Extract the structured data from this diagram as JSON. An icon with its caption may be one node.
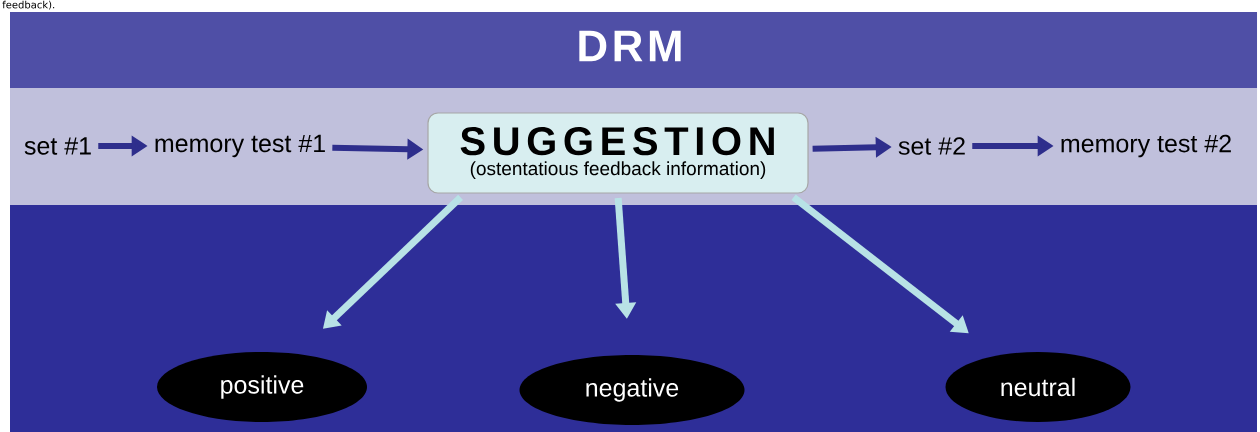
{
  "diagram": {
    "title": "DRM",
    "nodes": [
      {
        "text": [
          "set #1"
        ]
      },
      {
        "text": [
          "memory test #1"
        ]
      },
      {
        "text": [
          "SUGGESTION",
          "(ostentatious feedback information)"
        ]
      },
      {
        "text": [
          "set #2"
        ]
      },
      {
        "text": [
          "memory test #2"
        ]
      },
      {
        "text": [
          "positive"
        ]
      },
      {
        "text": [
          "negative"
        ]
      },
      {
        "text": [
          "neutral"
        ]
      }
    ],
    "edges": [
      {
        "from": 0,
        "to": 1,
        "arrow": "to",
        "color": "#2e2e8c"
      },
      {
        "from": 1,
        "to": 2,
        "arrow": "to",
        "color": "#2e2e8c"
      },
      {
        "from": 2,
        "to": 3,
        "arrow": "to",
        "color": "#2e2e8c"
      },
      {
        "from": 3,
        "to": 4,
        "arrow": "to",
        "color": "#2e2e8c"
      },
      {
        "from": 2,
        "to": 5,
        "arrow": "to",
        "color": "#b8e2e6"
      },
      {
        "from": 2,
        "to": 6,
        "arrow": "to",
        "color": "#b8e2e6"
      },
      {
        "from": 2,
        "to": 7,
        "arrow": "to",
        "color": "#b8e2e6"
      }
    ],
    "labels": [
      "feedback)."
    ]
  }
}
